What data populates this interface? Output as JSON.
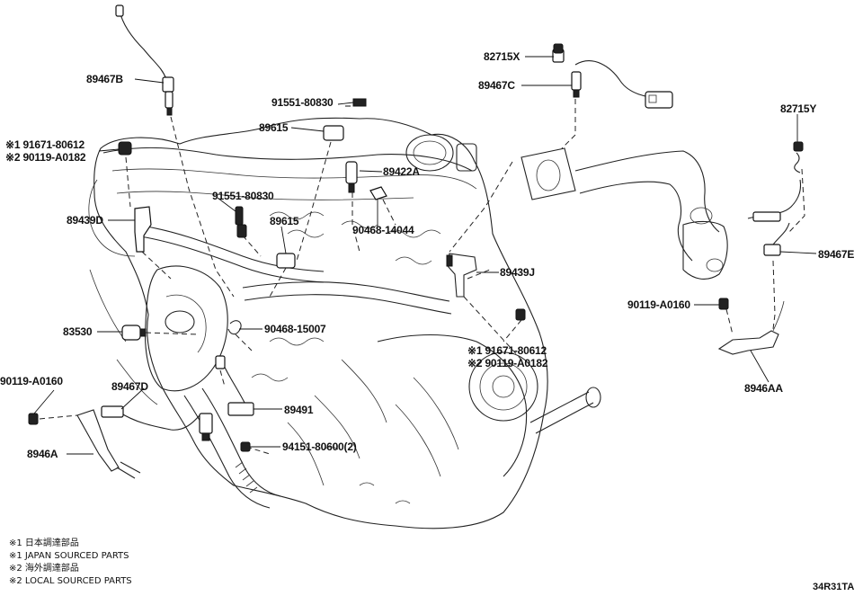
{
  "parts": [
    {
      "id": "p89467B",
      "label": "89467B"
    },
    {
      "id": "p82715X",
      "label": "82715X"
    },
    {
      "id": "p89467C",
      "label": "89467C"
    },
    {
      "id": "p91551a",
      "label": "91551-80830"
    },
    {
      "id": "p89615a",
      "label": "89615"
    },
    {
      "id": "p89422A",
      "label": "89422A"
    },
    {
      "id": "p82715Y",
      "label": "82715Y"
    },
    {
      "id": "p91671a",
      "label": "※1 91671-80612"
    },
    {
      "id": "p90119a",
      "label": "※2 90119-A0182"
    },
    {
      "id": "p91551b",
      "label": "91551-80830"
    },
    {
      "id": "p89439D",
      "label": "89439D"
    },
    {
      "id": "p89615b",
      "label": "89615"
    },
    {
      "id": "p90468a",
      "label": "90468-14044"
    },
    {
      "id": "p89467E",
      "label": "89467E"
    },
    {
      "id": "p89439J",
      "label": "89439J"
    },
    {
      "id": "p90119b",
      "label": "90119-A0160"
    },
    {
      "id": "p83530",
      "label": "83530"
    },
    {
      "id": "p90468b",
      "label": "90468-15007"
    },
    {
      "id": "p91671b",
      "label": "※1 91671-80612"
    },
    {
      "id": "p90119c",
      "label": "※2 90119-A0182"
    },
    {
      "id": "p8946AA",
      "label": "8946AA"
    },
    {
      "id": "p90119d",
      "label": "90119-A0160"
    },
    {
      "id": "p89467D",
      "label": "89467D"
    },
    {
      "id": "p89491",
      "label": "89491"
    },
    {
      "id": "p94151",
      "label": "94151-80600(2)"
    },
    {
      "id": "p8946A",
      "label": "8946A"
    }
  ],
  "legend": [
    "※1 日本調達部品",
    "※1 JAPAN SOURCED PARTS",
    "※2 海外調達部品",
    "※2 LOCAL SOURCED PARTS"
  ],
  "ref_code": "34R31TA"
}
